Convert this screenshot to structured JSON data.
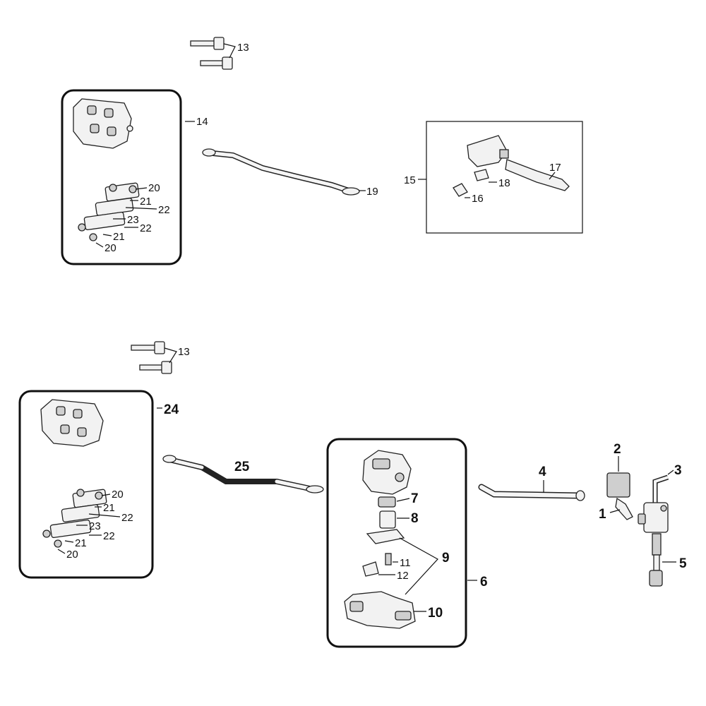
{
  "labels": {
    "n1": "1",
    "n2": "2",
    "n3": "3",
    "n4": "4",
    "n5": "5",
    "n6": "6",
    "n7": "7",
    "n8": "8",
    "n9": "9",
    "n10": "10",
    "n11": "11",
    "n12": "12",
    "n13": "13",
    "n14": "14",
    "n15": "15",
    "n16": "16",
    "n17": "17",
    "n18": "18",
    "n19": "19",
    "n20": "20",
    "n21": "21",
    "n22": "22",
    "n23": "23",
    "n24": "24",
    "n25": "25"
  }
}
